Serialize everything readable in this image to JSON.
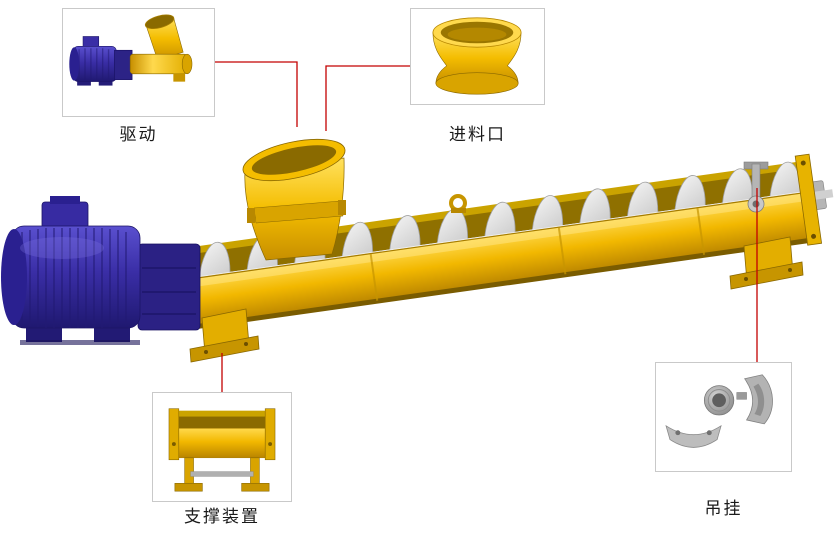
{
  "callouts": {
    "drive": {
      "label": "驱动"
    },
    "inlet": {
      "label": "进料口"
    },
    "support": {
      "label": "支撑装置"
    },
    "hanger": {
      "label": "吊挂"
    }
  },
  "colors": {
    "background": "#ffffff",
    "callout-border": "#c9c9c9",
    "label-text": "#1a1a1a",
    "red-line": "#c40000",
    "machine-yellow": "#f4bd00",
    "machine-yellow-dark": "#c78f00",
    "motor-blue": "#342a9c",
    "screw-gray": "#d9d9d9",
    "metal-gray": "#b5b5b5"
  }
}
